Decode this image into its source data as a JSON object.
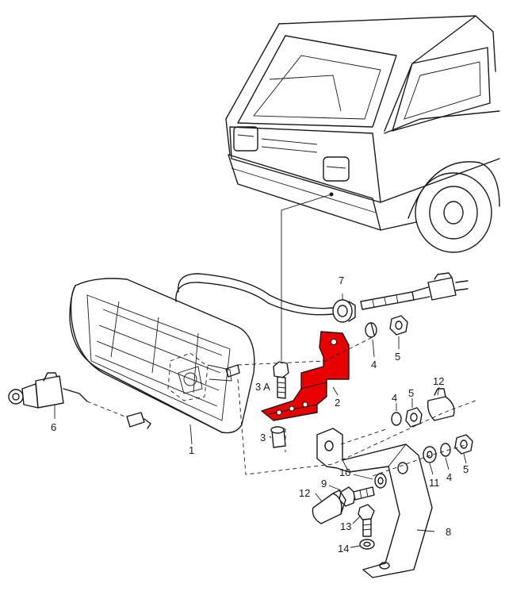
{
  "diagram": {
    "highlight_color": "#e60000",
    "line_color": "#1a1a1a",
    "background": "#ffffff",
    "callouts": {
      "c1": "1",
      "c2": "2",
      "c3": "3",
      "c3a": "3 A",
      "c4a": "4",
      "c4b": "4",
      "c4c": "4",
      "c5a": "5",
      "c5b": "5",
      "c5c": "5",
      "c6": "6",
      "c7": "7",
      "c8": "8",
      "c9": "9",
      "c10": "10",
      "c11": "11",
      "c12a": "12",
      "c12b": "12",
      "c13": "13",
      "c14": "14"
    }
  }
}
